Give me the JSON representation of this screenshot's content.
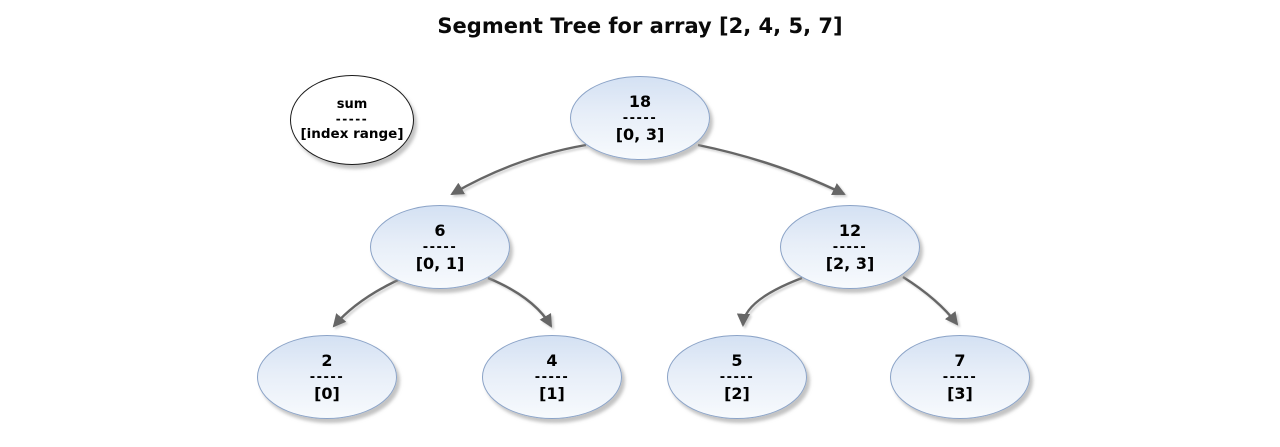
{
  "title": "Segment Tree for array [2, 4, 5, 7]",
  "legend": {
    "label": "sum",
    "divider": "-----",
    "range": "[index range]"
  },
  "nodes": [
    {
      "id": "root",
      "value": "18",
      "divider": "-----",
      "range": "[0, 3]"
    },
    {
      "id": "left",
      "value": "6",
      "divider": "-----",
      "range": "[0, 1]"
    },
    {
      "id": "right",
      "value": "12",
      "divider": "-----",
      "range": "[2, 3]"
    },
    {
      "id": "leaf-0",
      "value": "2",
      "divider": "-----",
      "range": "[0]"
    },
    {
      "id": "leaf-1",
      "value": "4",
      "divider": "-----",
      "range": "[1]"
    },
    {
      "id": "leaf-2",
      "value": "5",
      "divider": "-----",
      "range": "[2]"
    },
    {
      "id": "leaf-3",
      "value": "7",
      "divider": "-----",
      "range": "[3]"
    }
  ],
  "edges": [
    {
      "from": "root",
      "to": "left"
    },
    {
      "from": "root",
      "to": "right"
    },
    {
      "from": "left",
      "to": "leaf-0"
    },
    {
      "from": "left",
      "to": "leaf-1"
    },
    {
      "from": "right",
      "to": "leaf-2"
    },
    {
      "from": "right",
      "to": "leaf-3"
    }
  ],
  "colors": {
    "background": "#ffffff",
    "node_fill_top": "#d4e1f3",
    "node_fill_bottom": "#f7fafd",
    "node_border": "#8ba3c7",
    "edge": "#666666",
    "legend_border": "#1a1a1a",
    "text": "#000000"
  }
}
